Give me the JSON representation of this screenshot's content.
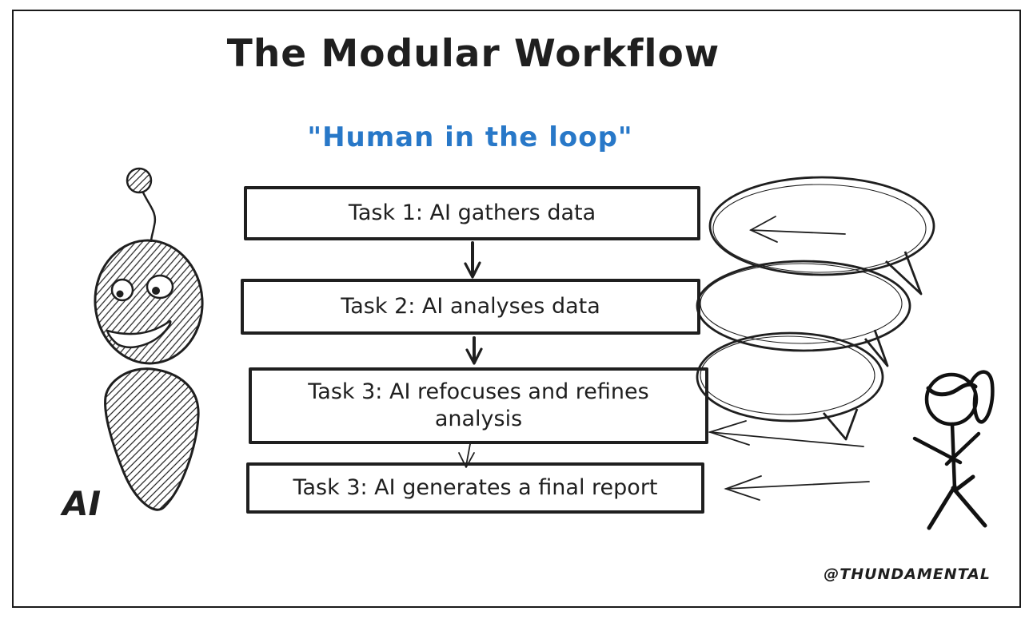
{
  "canvas": {
    "background": "#ffffff",
    "ink_color": "#1f1f1f",
    "accent_color": "#2878c8"
  },
  "header": {
    "title": "The Modular Workflow",
    "subtitle": "\"Human in the loop\""
  },
  "flow": {
    "boxes": [
      {
        "label": "Task 1: AI gathers data"
      },
      {
        "label": "Task 2: AI analyses data"
      },
      {
        "label": "Task 3: AI refocuses and refines analysis"
      },
      {
        "label": "Task 3: AI generates a final report"
      }
    ]
  },
  "characters": {
    "ai": {
      "label": "AI",
      "icon": "robot-icon"
    },
    "human": {
      "icon": "stick-figure-icon"
    }
  },
  "speech_bubbles": {
    "icon": "speech-bubbles-icon",
    "count": 3
  },
  "footer": {
    "credit": "@THUNDAMENTAL"
  }
}
